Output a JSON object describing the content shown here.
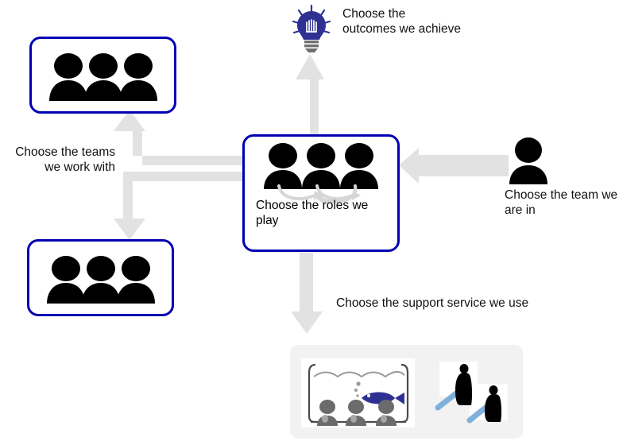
{
  "diagram": {
    "title": "Choice layers diagram",
    "accent_color": "#0000b4",
    "arrow_color": "#e2e2e2",
    "bulb_color": "#2e3192",
    "person_color": "#000000",
    "panel_color": "#f2f2f2",
    "fish_color": "#2e3192",
    "saber_color": "#7eb0dc"
  },
  "boxes": {
    "top_left_team": {
      "name": "team group box (top left)",
      "people_count": 3
    },
    "bottom_left_team": {
      "name": "team group box (bottom left)",
      "people_count": 3
    },
    "center": {
      "label": "Choose the roles we play",
      "people_count": 3
    }
  },
  "nodes": {
    "outcomes": {
      "icon": "lightbulb-icon",
      "label": "Choose the outcomes we achieve"
    },
    "team_we_are_in": {
      "icon": "person-icon",
      "label": "Choose the team we are in"
    },
    "teams_we_work_with": {
      "label": "Choose the teams we work with"
    },
    "support_service": {
      "label": "Choose the support service we use"
    }
  },
  "support_panel": {
    "aquarium": {
      "name": "fish tank image",
      "figures": 3,
      "fish": 1,
      "bubbles": 3
    },
    "sabers": {
      "name": "robed figures with light sabers image",
      "figures": 2
    }
  },
  "arrows": [
    {
      "name": "arrow-center-to-outcomes",
      "direction": "up"
    },
    {
      "name": "arrow-team-to-center",
      "direction": "left"
    },
    {
      "name": "arrow-center-to-top-team",
      "direction": "up-elbow"
    },
    {
      "name": "arrow-center-to-bottom-team",
      "direction": "down-elbow"
    },
    {
      "name": "arrow-center-to-support",
      "direction": "down"
    }
  ]
}
